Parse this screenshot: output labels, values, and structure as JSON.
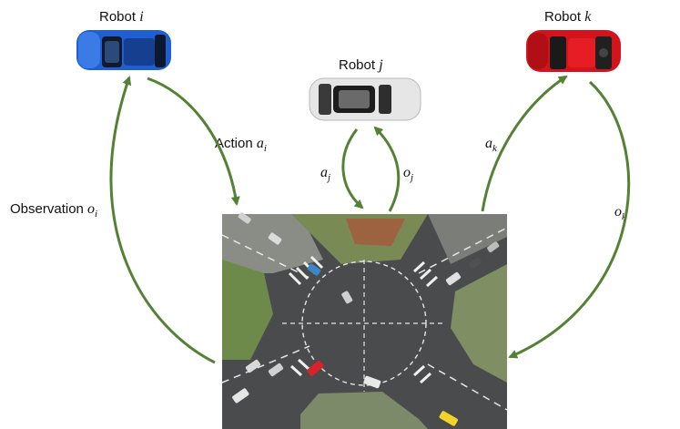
{
  "robots": {
    "i": {
      "prefix": "Robot ",
      "var": "i",
      "color": "#1f5fd0"
    },
    "j": {
      "prefix": "Robot ",
      "var": "j",
      "color": "#e8e8e8"
    },
    "k": {
      "prefix": "Robot ",
      "var": "k",
      "color": "#d4141c"
    }
  },
  "edges": {
    "action_i": {
      "text": "Action ",
      "sym": "a",
      "sub": "i"
    },
    "observation_i": {
      "text": "Observation ",
      "sym": "o",
      "sub": "i"
    },
    "action_j": {
      "sym": "a",
      "sub": "j"
    },
    "observation_j": {
      "sym": "o",
      "sub": "j"
    },
    "action_k": {
      "sym": "a",
      "sub": "k"
    },
    "observation_k": {
      "sym": "o",
      "sub": "k"
    }
  },
  "colors": {
    "arrow": "#548235",
    "road": "#4a4b4d",
    "lane": "#e6e6e6"
  }
}
